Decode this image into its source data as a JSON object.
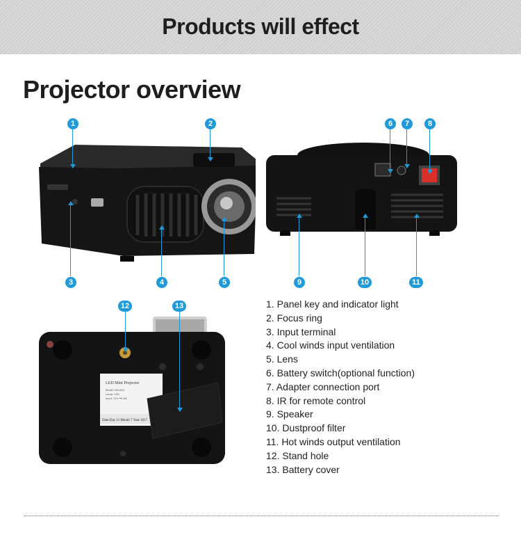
{
  "banner": {
    "title": "Products will effect"
  },
  "heading": "Projector overview",
  "callouts": [
    "1",
    "2",
    "3",
    "4",
    "5",
    "6",
    "7",
    "8",
    "9",
    "10",
    "11",
    "12",
    "13"
  ],
  "features": [
    "1. Panel key and indicator light",
    "2. Focus ring",
    "3. Input terminal",
    "4. Cool winds input ventilation",
    "5. Lens",
    "6. Battery switch(optional function)",
    "7. Adapter connection port",
    "8. IR for remote control",
    "9. Speaker",
    "10. Dustproof filter",
    "11. Hot winds output ventilation",
    "12. Stand hole",
    "13. Battery cover"
  ],
  "label": {
    "title": "LED Mini Projector",
    "model": "Model: RD-824",
    "lamp": "Lamp: LED",
    "input": "Input: 12V ⎓1.5A",
    "date": "Date:Day 11 Month 7 Year 2017"
  },
  "colors": {
    "accent": "#1e9ad9",
    "body": "#151515",
    "ir_window": "#d9302a"
  }
}
